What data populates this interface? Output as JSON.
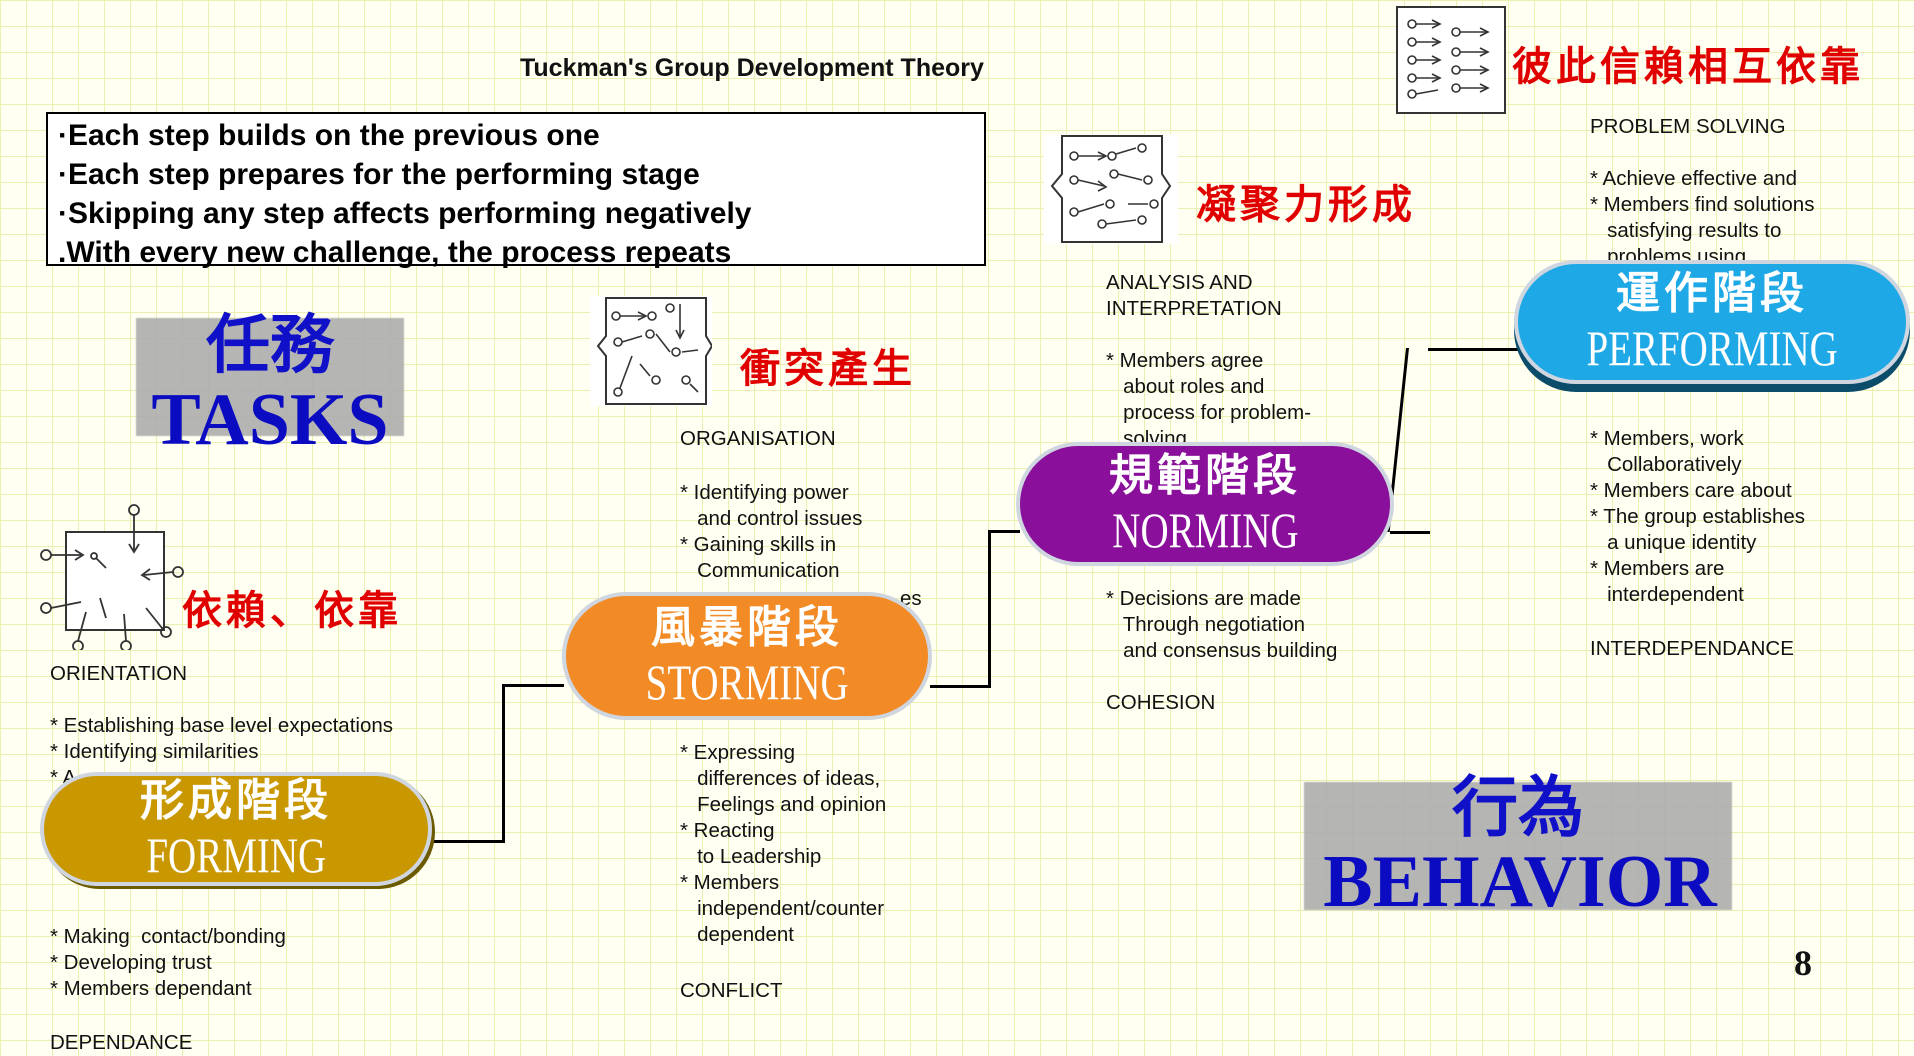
{
  "title": "Tuckman's Group Development Theory",
  "bullets": [
    "·Each step builds on the previous one",
    "·Each step prepares for the performing stage",
    "·Skipping any step affects performing negatively",
    ".With every new challenge, the process repeats"
  ],
  "tasks": {
    "cn": "任務",
    "en": "TASKS"
  },
  "behavior": {
    "cn": "行為",
    "en": "BEHAVIOR"
  },
  "stages": {
    "forming": {
      "cn": "形成階段",
      "en": "FORMING",
      "color": "#c99700",
      "red_label": "依賴、依靠",
      "header": "ORIENTATION",
      "above_items": "* Establishing base level expectations\n* Identifying similarities\n* A",
      "below_items": "* Making  contact/bonding\n* Developing trust\n* Members dependant",
      "footer": "DEPENDANCE"
    },
    "storming": {
      "cn": "風暴階段",
      "en": "STORMING",
      "color": "#f28a25",
      "red_label": "衝突產生",
      "header": "ORGANISATION",
      "above_items": "* Identifying power\n   and control issues\n* Gaining skills in\n   Communication",
      "hidden_fragment": "es",
      "below_items": "* Expressing\n   differences of ideas,\n   Feelings and opinion\n* Reacting\n   to Leadership\n* Members\n   independent/counter\n   dependent",
      "footer": "CONFLICT"
    },
    "norming": {
      "cn": "規範階段",
      "en": "NORMING",
      "color": "#8a0f9a",
      "red_label": "凝聚力形成",
      "header": "ANALYSIS AND\nINTERPRETATION",
      "above_items": "* Members agree\n   about roles and\n   process for problem-\n   solving",
      "below_items": "* Decisions are made\n   Through negotiation\n   and consensus building",
      "footer": "COHESION"
    },
    "performing": {
      "cn": "運作階段",
      "en": "PERFORMING",
      "color": "#1ea8e6",
      "red_label": "彼此信賴相互依靠",
      "header": "PROBLEM SOLVING",
      "above_items": "* Achieve effective and\n* Members find solutions\n   satisfying results to\n   problems using",
      "below_items": "* Members, work\n   Collaboratively\n* Members care about\n* The group establishes\n   a unique identity\n* Members are\n   interdependent",
      "footer": "INTERDEPENDANCE"
    }
  },
  "page_number": "8"
}
